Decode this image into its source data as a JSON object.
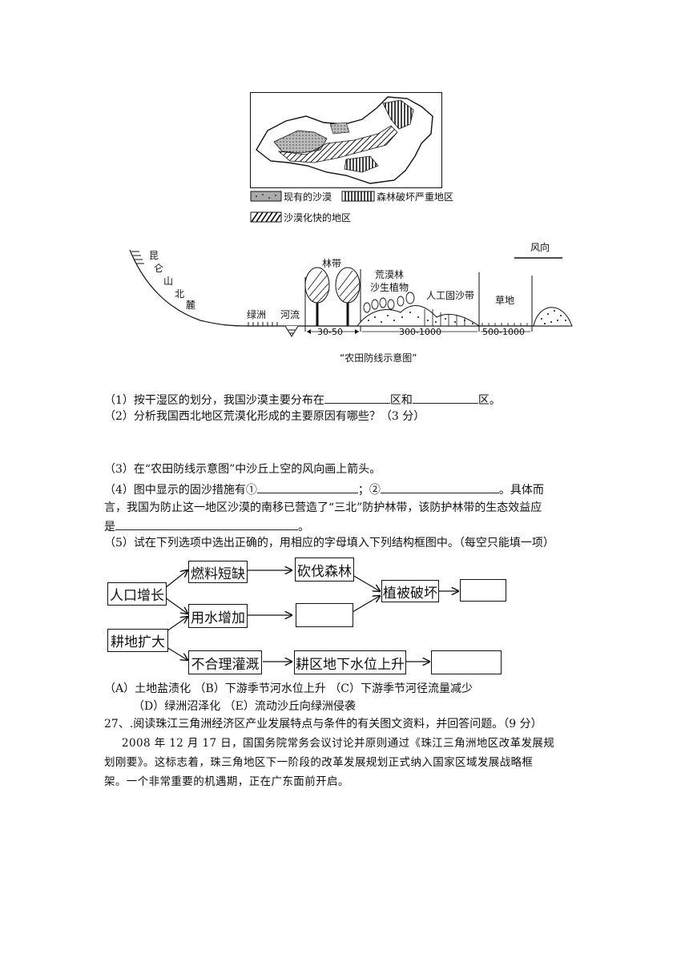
{
  "map_legend": {
    "existing_desert": "现有的沙漠",
    "deforestation": "森林破坏严重地区",
    "fast_desertification": "沙漠化快的地区"
  },
  "profile": {
    "mountain_label": "昆仑山北麓",
    "oasis": "绿洲",
    "river": "河流",
    "forest_belt": "林带",
    "shrubs": "荒漠林\n沙生植物",
    "shrubs_line1": "荒漠林",
    "shrubs_line2": "沙生植物",
    "sand_fence": "人工固沙带",
    "grassland": "草地",
    "wind": "风向",
    "dist1": "30-50",
    "dist2": "300-1000",
    "dist3": "500-1000",
    "caption": "“农田防线示意图”"
  },
  "questions": {
    "q1_a": "（1）按干湿区的划分，我国沙漠主要分布在",
    "q1_b": "区和",
    "q1_c": "区。",
    "q2": "（2）分析我国西北地区荒漠化形成的主要原因有哪些？（3 分）",
    "q3": "（3）在“农田防线示意图”中沙丘上空的风向画上箭头。",
    "q4_a": "（4）图中显示的固沙措施有①",
    "q4_b": "；②",
    "q4_c": "。具体而",
    "q4_line2": "言，我国为防止这一地区沙漠的南移已营造了“三北”防护林带，该防护林带的生态效益应",
    "q4_line3": "是",
    "q4_line3_end": "。",
    "q5": "（5）试在下列选项中选出正确的，用相应的字母填入下列结构框图中。（每空只能填一项）"
  },
  "flow": {
    "pop": "人口增长",
    "farm": "耕地扩大",
    "fuel": "燃料短缺",
    "cut": "砍伐森林",
    "water": "用水增加",
    "veg": "植被破坏",
    "irrig": "不合理灌溉",
    "ground": "耕区地下水位上升"
  },
  "options": {
    "line1": "（A）土地盐渍化  （B）下游季节河水位上升  （C）下游季节河径流量减少",
    "line2": "（D）绿洲沼泽化  （E）流动沙丘向绿洲侵袭"
  },
  "q27": {
    "title": "27、.阅读珠江三角洲经济区产业发展特点与条件的有关图文资料，并回答问题。（9 分）",
    "p1": "2008 年 12 月 17 日，国国务院常务会议讨论并原则通过《珠江三角洲地区改革发展规",
    "p2": "划刚要》。这标志着，珠三角地区下一阶段的改革发展规划正式纳入国家区域发展战略框",
    "p3": "架。一个非常重要的机遇期，正在广东面前开启。"
  }
}
